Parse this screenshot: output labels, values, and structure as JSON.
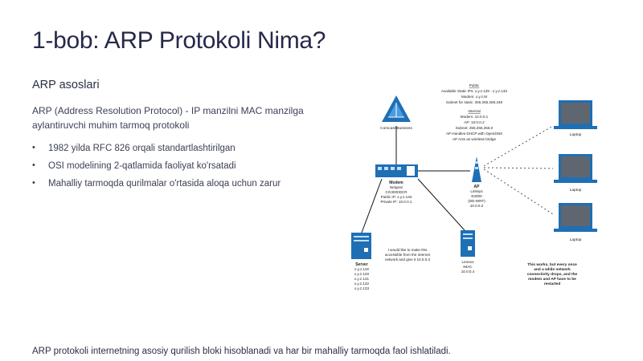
{
  "slide": {
    "title": "1-bob: ARP Protokoli Nima?",
    "subtitle": "ARP asoslari",
    "description": "ARP (Address Resolution Protocol) - IP manzilni MAC manzilga aylantiruvchi muhim tarmoq protokoli",
    "bullets": [
      "1982 yilda RFC 826 orqali standartlashtirilgan",
      "OSI modelining 2-qatlamida faoliyat ko'rsatadi",
      "Mahalliy tarmoqda qurilmalar o'rtasida aloqa uchun zarur"
    ],
    "footer": "ARP protokoli internetning asosiy qurilish bloki hisoblanadi va har bir mahalliy tarmoqda faol ishlatiladi."
  },
  "diagram": {
    "public_info": [
      "Public",
      "Available Static IPs: x.y.z.129 - x.y.z.133",
      "Modem: x.y.z.M",
      "Subnet for static: 255.255.255.248"
    ],
    "internal_info": [
      "Internal",
      "Modem: 10.0.0.1",
      "AP: 10.0.0.2",
      "Subnet: 255.255.255.0",
      "AP Handles DHCP with OpenDNS",
      "AP Acts as wireless bridge"
    ],
    "isp_label": "Comcast Business",
    "modem_lines": [
      "Modem",
      "Netgear",
      "CG3000DCR",
      "Public IP: x.y.z.134",
      "Private IP: 10.0.0.1"
    ],
    "ap_lines": [
      "AP",
      "Linksys",
      "E3000",
      "(DD-WRT)",
      "10.0.0.2"
    ],
    "server_lines": [
      "Server",
      "x.y.z.119",
      "x.y.z.120",
      "x.y.z.131",
      "x.y.z.132",
      "x.y.z.133"
    ],
    "imac_lines": [
      "Lenovo",
      "iMAC",
      "10.0.0.4"
    ],
    "server_note": [
      "I would like to make this",
      "accessible from the internet",
      "network and give it 10.0.0.3"
    ],
    "laptops": [
      "Laptop",
      "Laptop",
      "Laptop"
    ],
    "issue_note": [
      "This works, but every once",
      "and a while network",
      "connectivity drops, and the",
      "modem and AP have to be",
      "restarted"
    ]
  }
}
